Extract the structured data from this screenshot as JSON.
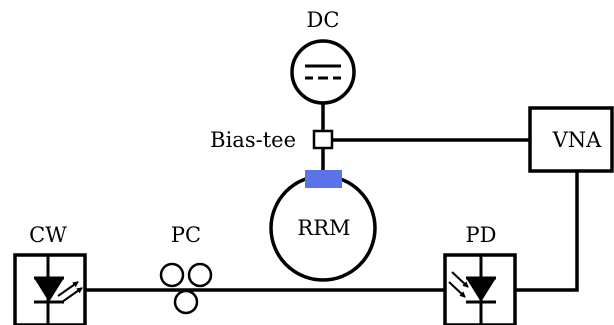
{
  "labels": {
    "dc": "DC",
    "bias_tee": "Bias-tee",
    "vna": "VNA",
    "rrm": "RRM",
    "cw": "CW",
    "pc": "PC",
    "pd": "PD"
  },
  "colors": {
    "line": "#000000",
    "electrode": "#5b73e8",
    "background": "#ffffff"
  },
  "icons": {
    "dc_source": "dc-symbol-icon",
    "laser": "laser-diode-icon",
    "photodiode": "photodiode-icon",
    "polarization_controller": "three-loop-icon"
  }
}
